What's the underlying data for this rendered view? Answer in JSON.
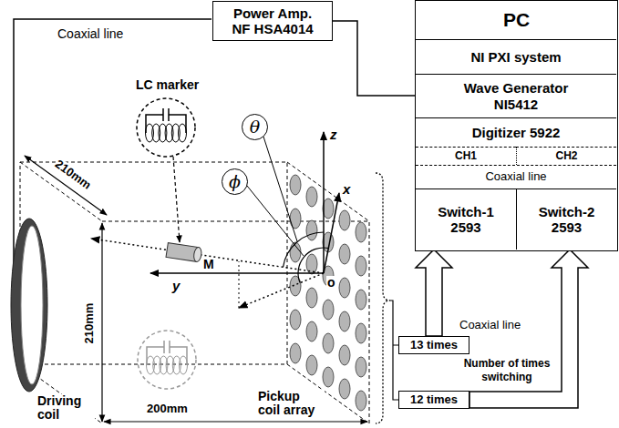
{
  "diagram": {
    "nodes": [
      {
        "text": [
          "Power Amp.",
          "NF HSA4014"
        ]
      },
      {
        "text": [
          "PC"
        ]
      },
      {
        "text": [
          "NI PXI system"
        ],
        "in": 1
      },
      {
        "text": [
          "Wave Generator",
          "NI5412"
        ],
        "in": 1
      },
      {
        "text": [
          "Digitizer 5922"
        ],
        "in": 1
      },
      {
        "text": [
          "CH1"
        ],
        "in": 1
      },
      {
        "text": [
          "CH2"
        ],
        "in": 1
      },
      {
        "text": [
          "Coaxial line"
        ],
        "in": 1
      },
      {
        "text": [
          "Switch-1",
          "2593"
        ],
        "in": 1
      },
      {
        "text": [
          "Switch-2",
          "2593"
        ],
        "in": 1
      },
      {
        "text": [
          "θ"
        ]
      },
      {
        "text": [
          "ϕ"
        ]
      },
      {
        "text": [
          "13 times"
        ]
      },
      {
        "text": [
          "12 times"
        ]
      }
    ],
    "edges": [
      {
        "from": 0,
        "to": 3,
        "arrow": "none"
      },
      {
        "from": 12,
        "to": 8,
        "arrow": "to"
      },
      {
        "from": 13,
        "to": 9,
        "arrow": "to"
      }
    ],
    "labels": [
      "Coaxial line",
      "LC marker",
      "210mm",
      "M",
      "z",
      "x",
      "y",
      "o",
      "210mm",
      "200mm",
      "Driving coil",
      "Pickup coil array",
      "Coaxial line",
      "Number of times switching"
    ]
  }
}
